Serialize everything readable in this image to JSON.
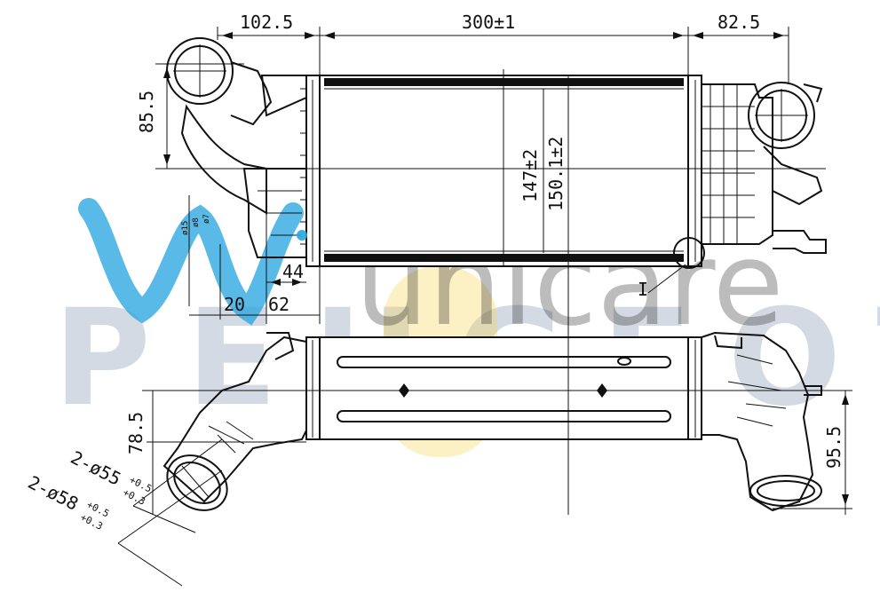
{
  "watermark": {
    "wordmark": "unicare",
    "brand_word": "PEUGEOT",
    "brand_colors": {
      "blue": "#2aa6e0",
      "yellow": "#f6d35a",
      "grey": "#3e5a8a"
    }
  },
  "dimensions": {
    "left_overhang": "102.5",
    "core_width": "300±1",
    "right_overhang": "82.5",
    "left_height": "85.5",
    "core_height_1": "147±2",
    "core_height_2": "150.1±2",
    "bracket_44": "44",
    "bracket_20": "20",
    "bracket_62": "62",
    "detail_marker": "I",
    "bottom_left_height": "78.5",
    "bottom_right_height": "95.5",
    "inner_dia": "2-ø55",
    "inner_tol_upper": "+0.5",
    "inner_tol_lower": "+0.3",
    "outer_dia": "2-ø58",
    "outer_tol_upper": "+0.5",
    "outer_tol_lower": "+0.3",
    "small_1": "ø15",
    "small_2": "ø8",
    "small_3": "ø7"
  }
}
